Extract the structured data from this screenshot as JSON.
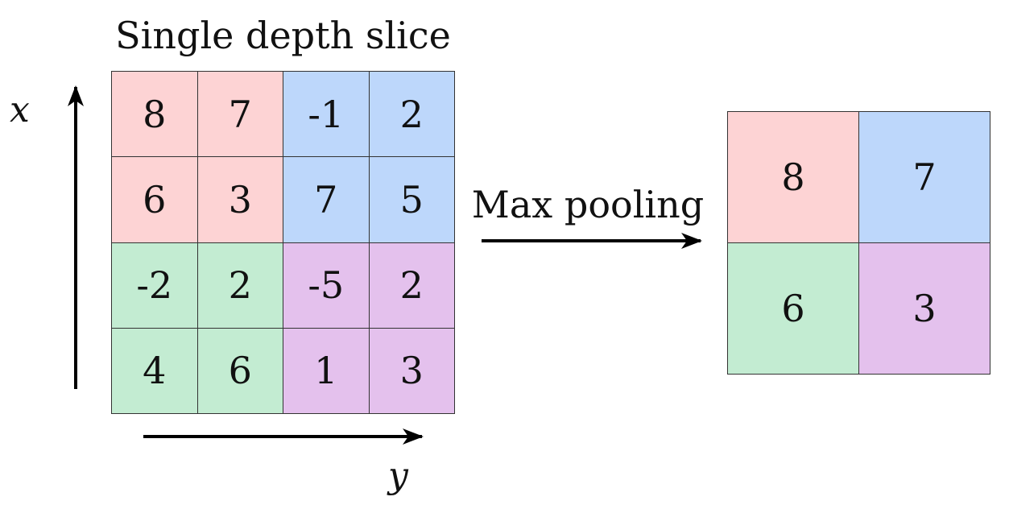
{
  "title": "Single depth slice",
  "axis_x_label": "x",
  "axis_y_label": "y",
  "operation_label": "Max pooling",
  "colors": {
    "red": "#fdd3d4",
    "blue": "#bdd7fb",
    "green": "#c3ecd2",
    "purple": "#e4c1ed",
    "stroke": "#000000"
  },
  "input_grid": [
    [
      {
        "v": "8",
        "c": "red"
      },
      {
        "v": "7",
        "c": "red"
      },
      {
        "v": "-1",
        "c": "blue"
      },
      {
        "v": "2",
        "c": "blue"
      }
    ],
    [
      {
        "v": "6",
        "c": "red"
      },
      {
        "v": "3",
        "c": "red"
      },
      {
        "v": "7",
        "c": "blue"
      },
      {
        "v": "5",
        "c": "blue"
      }
    ],
    [
      {
        "v": "-2",
        "c": "green"
      },
      {
        "v": "2",
        "c": "green"
      },
      {
        "v": "-5",
        "c": "purple"
      },
      {
        "v": "2",
        "c": "purple"
      }
    ],
    [
      {
        "v": "4",
        "c": "green"
      },
      {
        "v": "6",
        "c": "green"
      },
      {
        "v": "1",
        "c": "purple"
      },
      {
        "v": "3",
        "c": "purple"
      }
    ]
  ],
  "output_grid": [
    [
      {
        "v": "8",
        "c": "red"
      },
      {
        "v": "7",
        "c": "blue"
      }
    ],
    [
      {
        "v": "6",
        "c": "green"
      },
      {
        "v": "3",
        "c": "purple"
      }
    ]
  ]
}
